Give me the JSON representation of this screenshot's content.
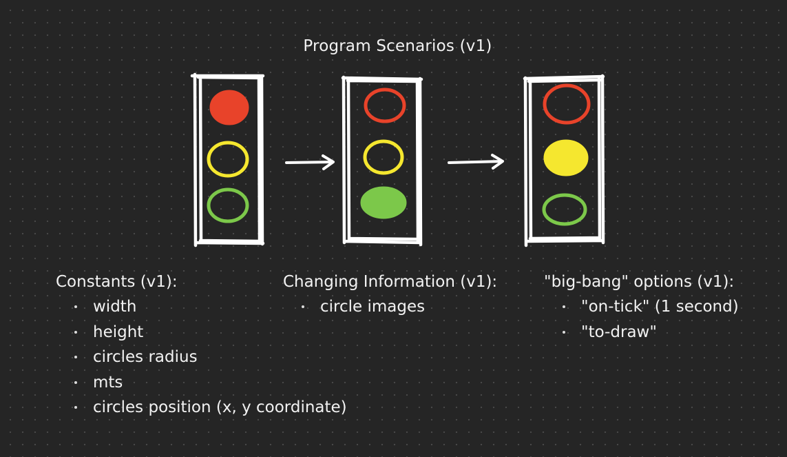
{
  "title": "Program Scenarios (v1)",
  "colors": {
    "background": "#252525",
    "outline": "#ffffff",
    "red": "#e8432a",
    "yellow": "#f5e72f",
    "green": "#7cc84a"
  },
  "traffic_lights": [
    {
      "name": "red-on",
      "red": "filled",
      "yellow": "outline",
      "green": "outline"
    },
    {
      "name": "green-on",
      "red": "outline",
      "yellow": "outline",
      "green": "filled"
    },
    {
      "name": "yellow-on",
      "red": "outline",
      "yellow": "filled",
      "green": "outline"
    }
  ],
  "columns": {
    "constants": {
      "heading": "Constants (v1):",
      "items": [
        "width",
        "height",
        "circles radius",
        "mts",
        "circles position (x, y coordinate)"
      ]
    },
    "changing": {
      "heading": "Changing Information (v1):",
      "items": [
        "circle images"
      ]
    },
    "bigbang": {
      "heading": "\"big-bang\" options (v1):",
      "items": [
        "\"on-tick\" (1 second)",
        "\"to-draw\""
      ]
    }
  }
}
